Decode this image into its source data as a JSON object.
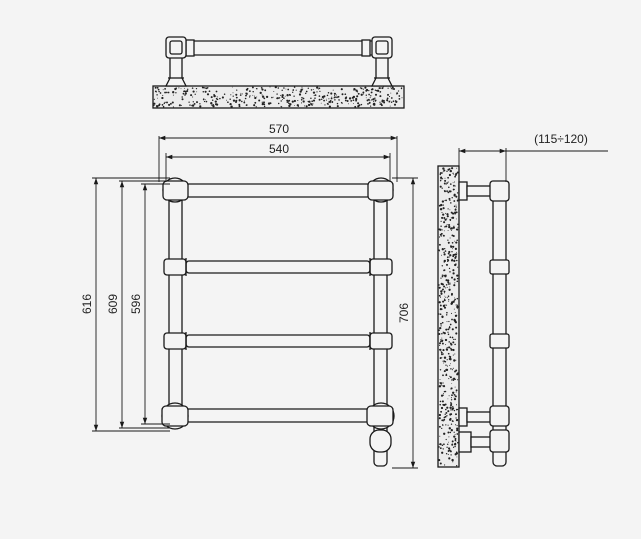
{
  "dimensions": {
    "overall_width": "570",
    "axis_width": "540",
    "wall_offset": "(115÷120)",
    "height_616": "616",
    "height_609": "609",
    "height_596": "596",
    "overall_height": "706"
  },
  "colors": {
    "background": "#f4f4f4",
    "line": "#1a1a1a",
    "wall_fill": "#eeeeee",
    "speckle": "#222222"
  }
}
